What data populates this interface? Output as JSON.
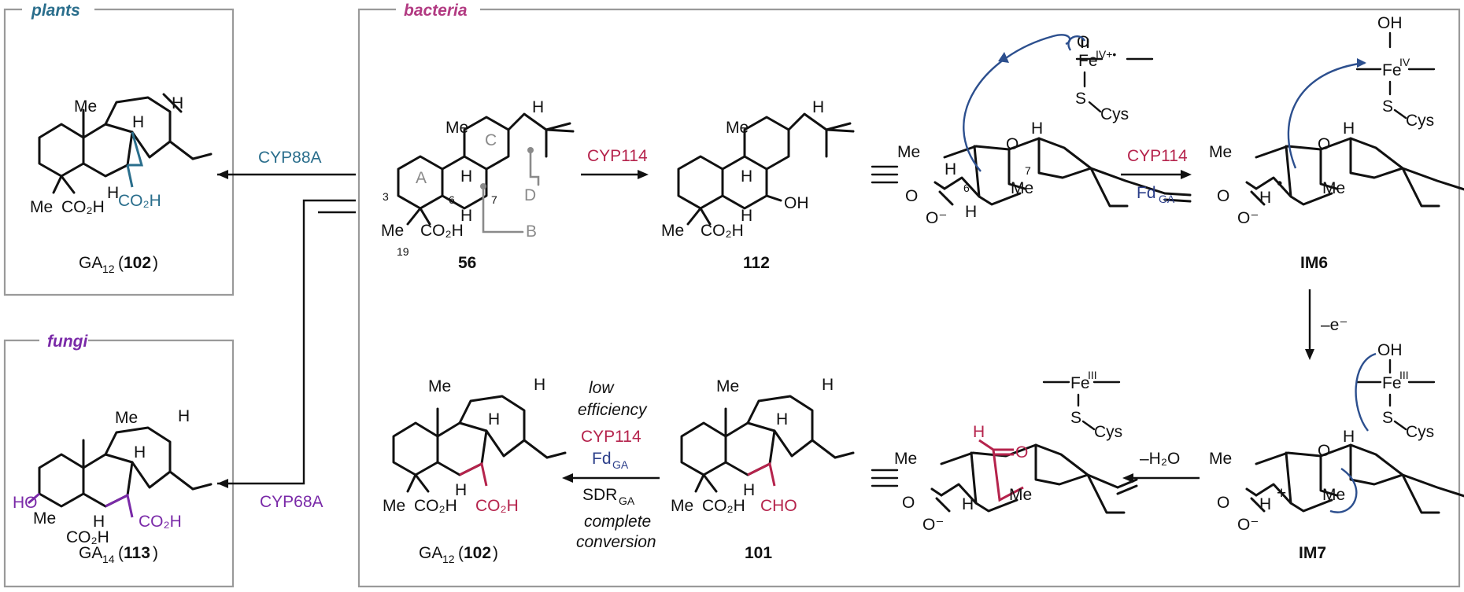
{
  "colors": {
    "plants": "#2a6e8c",
    "bacteria": "#b23a82",
    "fungi": "#7a2aa8",
    "cyp114": "#b5234c",
    "fd": "#2c3f8a",
    "arrow_curved": "#2c4f8e",
    "panel_border": "#9a9a9a"
  },
  "panels": {
    "plants_title": "plants",
    "bacteria_title": "bacteria",
    "fungi_title": "fungi"
  },
  "compounds": {
    "c56": "56",
    "c112": "112",
    "im6": "IM6",
    "im7": "IM7",
    "c101": "101",
    "ga12_prefix": "GA",
    "ga12_sub": "12",
    "ga12_num": "102",
    "ga14_prefix": "GA",
    "ga14_sub": "14",
    "ga14_num": "113"
  },
  "enzymes": {
    "cyp88a": "CYP88A",
    "cyp68a": "CYP68A",
    "cyp114": "CYP114",
    "fd": "Fd",
    "fd_sub": "GA",
    "sdr": "SDR",
    "sdr_sub": "GA"
  },
  "conditions": {
    "electron": "–e⁻",
    "water": "–H₂O",
    "low_efficiency_1": "low",
    "low_efficiency_2": "efficiency",
    "complete_1": "complete",
    "complete_2": "conversion"
  },
  "atoms": {
    "me": "Me",
    "h": "H",
    "oh": "OH",
    "o": "O",
    "ho": "HO",
    "co2h": "CO₂H",
    "cho": "CHO",
    "fe": "Fe",
    "fe_iv_radical_ox": "IV+•",
    "fe_iv_ox": "IV",
    "fe_iii_ox": "III",
    "s": "S",
    "cys": "Cys",
    "o_minus": "O⁻",
    "plus": "+",
    "dot": "•"
  },
  "ring_labels": {
    "a": "A",
    "b": "B",
    "c": "C",
    "d": "D"
  },
  "locants": {
    "n3": "3",
    "n6": "6",
    "n7": "7",
    "n19": "19"
  }
}
